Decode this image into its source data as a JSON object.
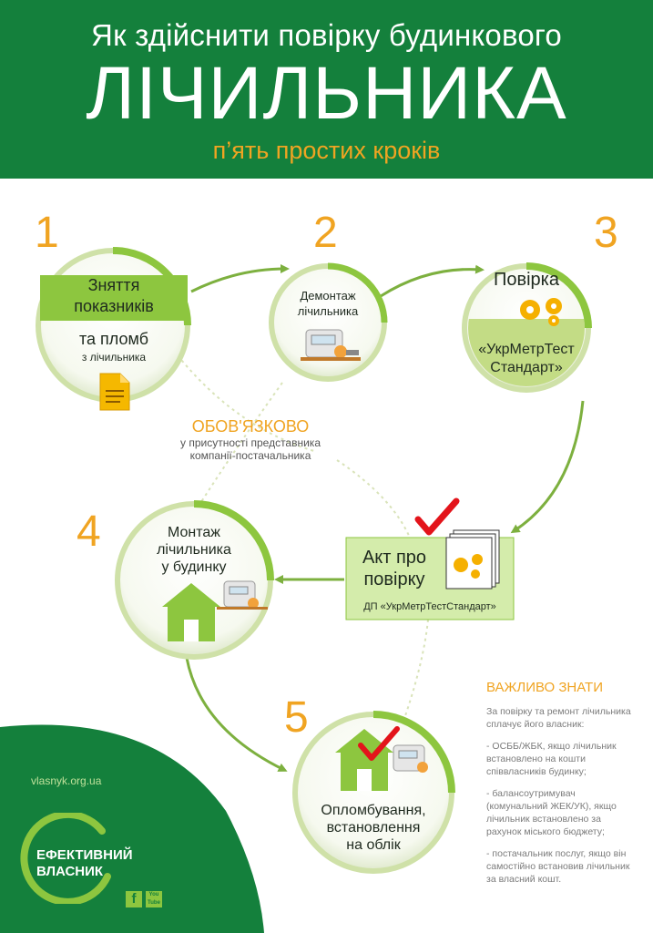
{
  "header": {
    "line1": "Як здійснити повірку будинкового",
    "line2": "ЛІЧИЛЬНИКА",
    "line3": "п’ять простих кроків"
  },
  "steps": [
    {
      "number": "1",
      "line1": "Зняття",
      "line2": "показників",
      "line3": "та пломб",
      "line4": "з лічильника"
    },
    {
      "number": "2",
      "line1": "Демонтаж",
      "line2": "лічильника"
    },
    {
      "number": "3",
      "line1": "Повірка",
      "line2": "«УкрМетрТест",
      "line3": "Стандарт»"
    },
    {
      "number": "4",
      "line1": "Монтаж",
      "line2": "лічильника",
      "line3": "у будинку"
    },
    {
      "number": "5",
      "line1": "Опломбування,",
      "line2": "встановлення",
      "line3": "на облік"
    }
  ],
  "mandatory": {
    "title": "ОБОВ'ЯЗКОВО",
    "line1": "у присутності представника",
    "line2": "компанії-постачальника"
  },
  "act": {
    "line1": "Акт про",
    "line2": "повірку",
    "caption": "ДП «УкрМетрТестСтандарт»"
  },
  "important": {
    "title": "ВАЖЛИВО ЗНАТИ",
    "intro": [
      "За повірку та ремонт лічильника",
      "сплачує його власник:"
    ],
    "item1": [
      "- ОСББ/ЖБК, якщо лічильник",
      "встановлено на кошти",
      "співвласників будинку;"
    ],
    "item2": [
      "- балансоутримувач",
      "(комунальний ЖЕК/УК), якщо",
      "лічильник встановлено за",
      "рахунок міського бюджету;"
    ],
    "item3": [
      "- постачальник послуг, якщо він",
      "самостійно встановив лічильник",
      "за власний кошт."
    ]
  },
  "brand": {
    "site": "vlasnyk.org.ua",
    "name1": "ЕФЕКТИВНИЙ",
    "name2": "ВЛАСНИК",
    "fb": "f",
    "yt": "You Tube"
  },
  "colors": {
    "header_green": "#14803c",
    "light_green": "#8dc63f",
    "orange": "#f0a422",
    "check_red": "#e3141b"
  }
}
